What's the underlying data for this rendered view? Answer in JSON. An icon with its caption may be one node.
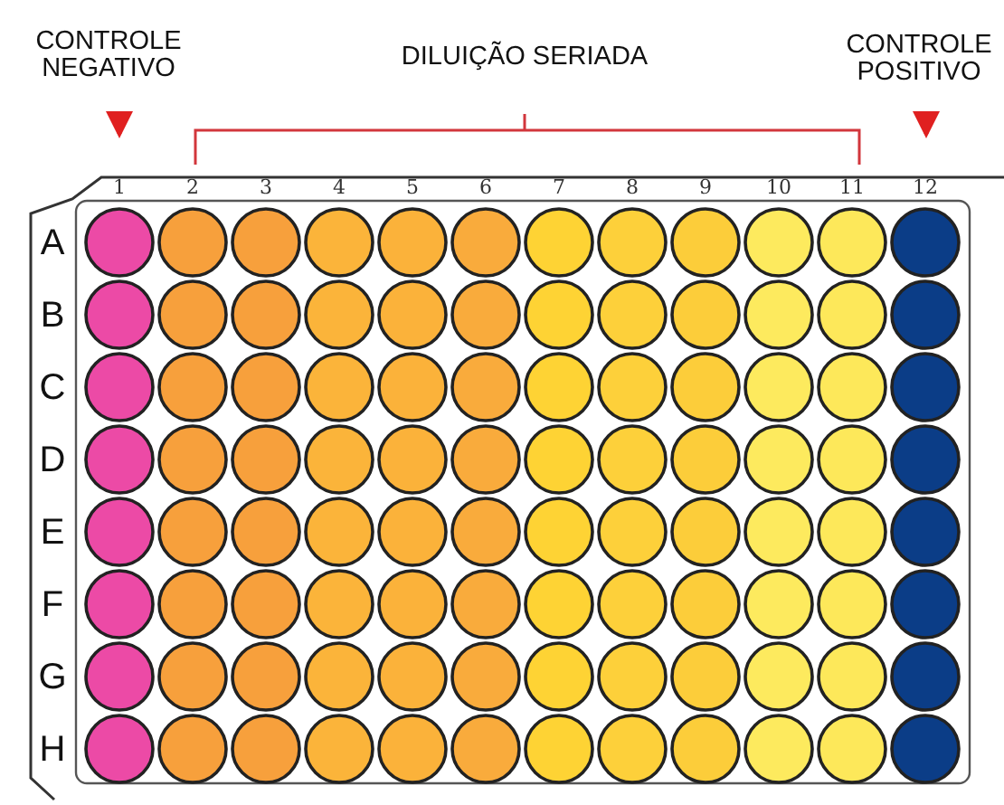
{
  "diagram": {
    "labels": [
      "CONTROLE NEGATIVO",
      "DILUIÇÃO SERIADA",
      "CONTROLE POSITIVO",
      "1",
      "2",
      "3",
      "4",
      "5",
      "6",
      "7",
      "8",
      "9",
      "10",
      "11",
      "12",
      "A",
      "B",
      "C",
      "D",
      "E",
      "F",
      "G",
      "H"
    ]
  }
}
